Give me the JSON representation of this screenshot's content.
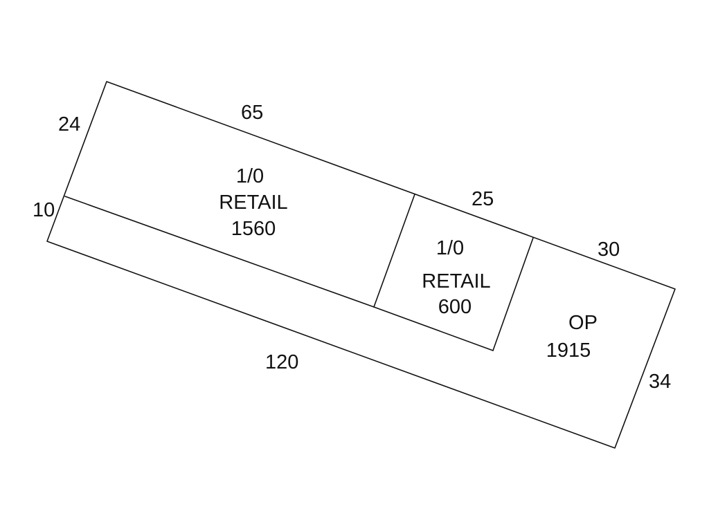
{
  "dimensions": {
    "top_left_side": "24",
    "lower_left_side": "10",
    "top_segment_1": "65",
    "top_segment_2": "25",
    "top_segment_3": "30",
    "right_side": "34",
    "bottom": "120"
  },
  "areas": [
    {
      "code": "1/0",
      "use": "RETAIL",
      "sqft": "1560"
    },
    {
      "code": "1/0",
      "use": "RETAIL",
      "sqft": "600"
    },
    {
      "code": "OP",
      "sqft": "1915"
    }
  ]
}
